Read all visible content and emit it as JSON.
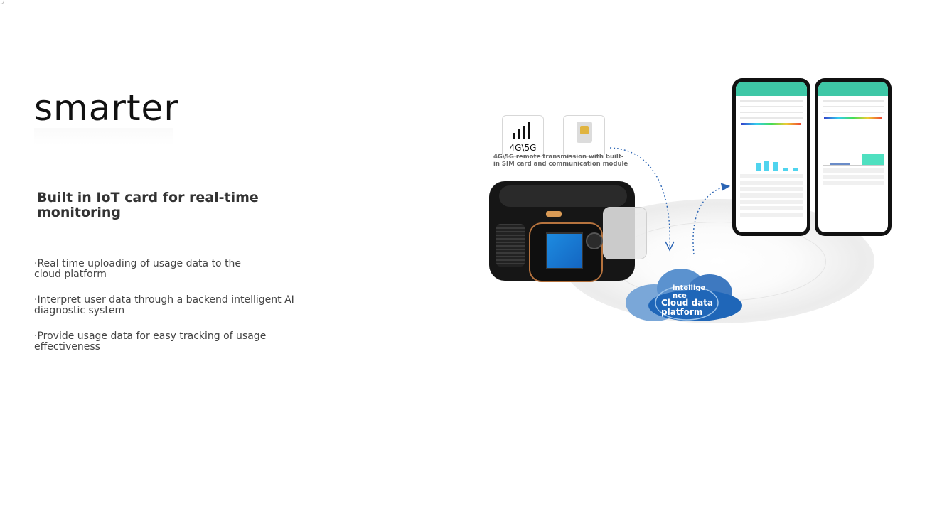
{
  "heading": "smarter",
  "subheading": "Built in IoT card for real-time monitoring",
  "bullets": [
    "·Real time uploading of usage data to the cloud platform",
    "·Interpret user data through a backend intelligent AI diagnostic system",
    "·Provide usage data for easy tracking of usage effectiveness"
  ],
  "illustration": {
    "network_card_label": "4G\\5G",
    "caption": "4G\\5G remote transmission with built-in SIM card and communication module",
    "cloud_line1": "intellige nce",
    "cloud_line2": "Cloud data platform",
    "icons": [
      "signal-bars-icon",
      "sim-card-icon",
      "cloud-icon",
      "dotted-arrow-icon",
      "smartphone-icon"
    ],
    "colors": {
      "cloud": "#1f66b8",
      "accent_green": "#3ec7a6",
      "copper": "#b6733e",
      "screen_blue": "#1d8be0"
    }
  }
}
